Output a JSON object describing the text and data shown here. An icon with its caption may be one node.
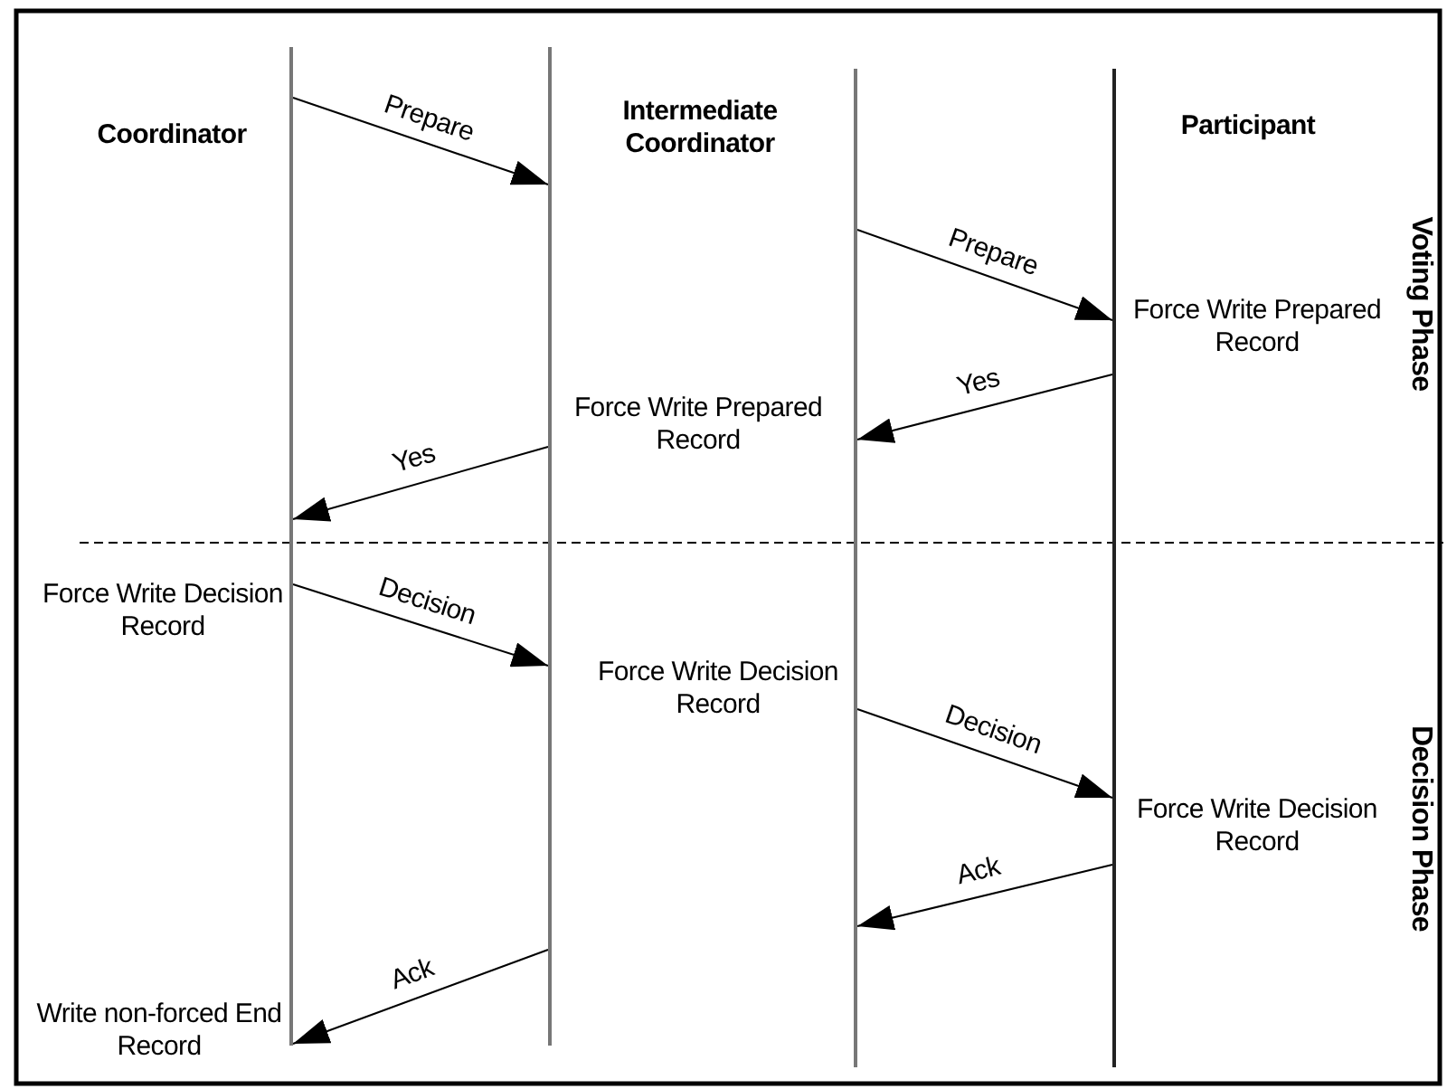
{
  "diagram": {
    "nodes": [
      {
        "text": [],
        "shape": "line"
      },
      {
        "text": [],
        "shape": "line"
      },
      {
        "text": [],
        "shape": "line"
      },
      {
        "text": [],
        "shape": "line"
      }
    ],
    "edges": [
      {
        "from": 0,
        "to": 1,
        "arrow": "to",
        "label": "Prepare"
      },
      {
        "from": 2,
        "to": 3,
        "arrow": "to",
        "label": "Prepare"
      },
      {
        "from": 3,
        "to": 2,
        "arrow": "to",
        "label": "Yes"
      },
      {
        "from": 1,
        "to": 0,
        "arrow": "to",
        "label": "Yes"
      },
      {
        "from": 0,
        "to": 1,
        "arrow": "to",
        "label": "Decision"
      },
      {
        "from": 2,
        "to": 3,
        "arrow": "to",
        "label": "Decision"
      },
      {
        "from": 3,
        "to": 2,
        "arrow": "to",
        "label": "Ack"
      },
      {
        "from": 1,
        "to": 0,
        "arrow": "to",
        "label": "Ack"
      }
    ],
    "labels": [
      "Coordinator",
      "Intermediate Coordinator",
      "Participant",
      "Voting Phase",
      "Force Write Prepared Record",
      "Force Write Prepared Record",
      "Force Write Decision Record",
      "Force Write Decision Record",
      "Force Write Decision Record",
      "Decision Phase",
      "Write non-forced End Record"
    ]
  }
}
